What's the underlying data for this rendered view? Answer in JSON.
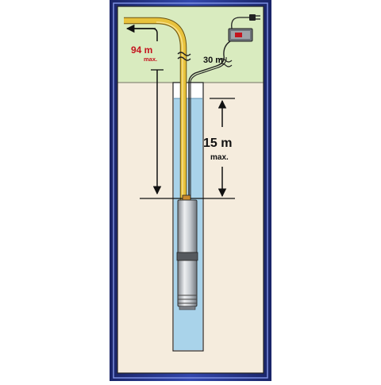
{
  "diagram": {
    "horizontal": {
      "value": "94 m",
      "unit_note": "max."
    },
    "cable": {
      "value": "30 m"
    },
    "depth": {
      "value": "15 m",
      "unit_note": "max."
    }
  },
  "colors": {
    "frame_outer": "#1e2a75",
    "frame_inner": "#2e3e9c",
    "frame_highlight": "#5a6fd0",
    "grass": "#d9ebbf",
    "soil": "#f5ecdd",
    "water": "#a9d3ea",
    "hose": "#e8c23c",
    "label_red": "#c4141e",
    "label_dark": "#111111",
    "pump_metal": "#b9bec4"
  },
  "icons": {
    "power_box": "control-box-icon",
    "plug": "power-plug-icon"
  }
}
